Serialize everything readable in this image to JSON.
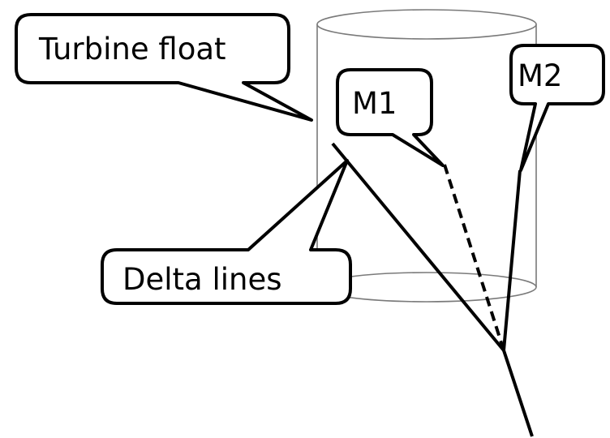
{
  "labels": {
    "turbine_float": "Turbine float",
    "delta_lines": "Delta lines",
    "m1": "M1",
    "m2": "M2"
  },
  "colors": {
    "stroke": "#000000",
    "cylinder": "#7a7a7a",
    "callout_fill": "#ffffff",
    "background": "#ffffff"
  }
}
